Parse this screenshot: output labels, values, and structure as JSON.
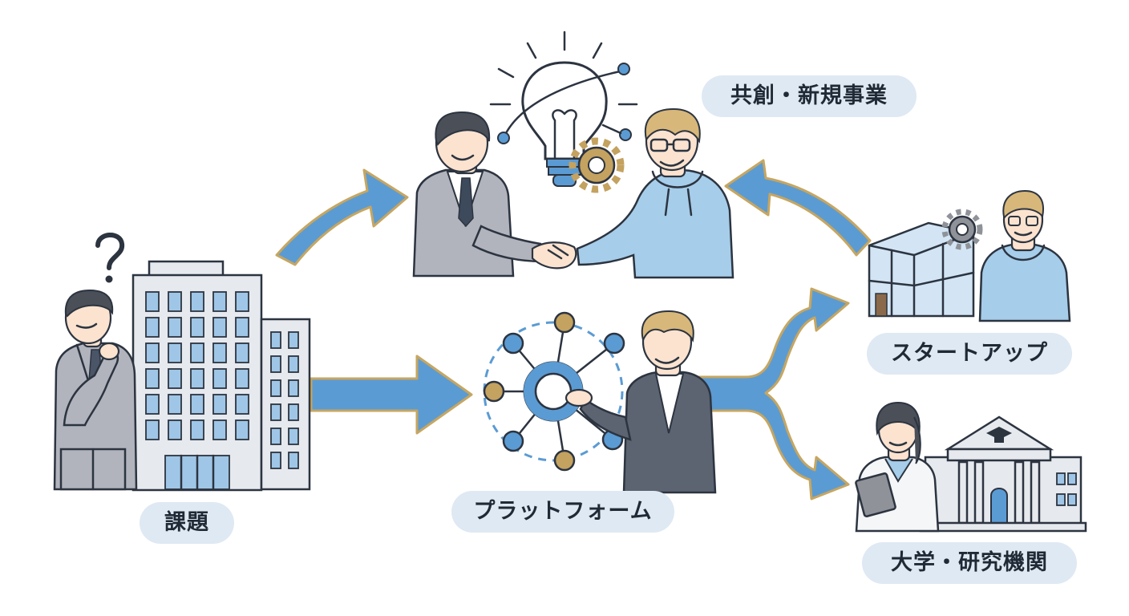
{
  "labels": {
    "issue": "課題",
    "platform": "プラットフォーム",
    "cocreation": "共創・新規事業",
    "startup": "スタートアップ",
    "university": "大学・研究機関"
  },
  "colors": {
    "arrow_fill": "#5b9bd3",
    "arrow_outline": "#c6a661",
    "line": "#2c3440",
    "suit_gray": "#b1b4bc",
    "hoodie_blue": "#a6cdea",
    "gold": "#c4a25f",
    "pill_bg": "#dfe9f3"
  },
  "icons": [
    "question-mark-icon",
    "lightbulb-icon",
    "gear-icon",
    "handshake-icon",
    "network-hub-icon",
    "graduation-cap-icon"
  ]
}
